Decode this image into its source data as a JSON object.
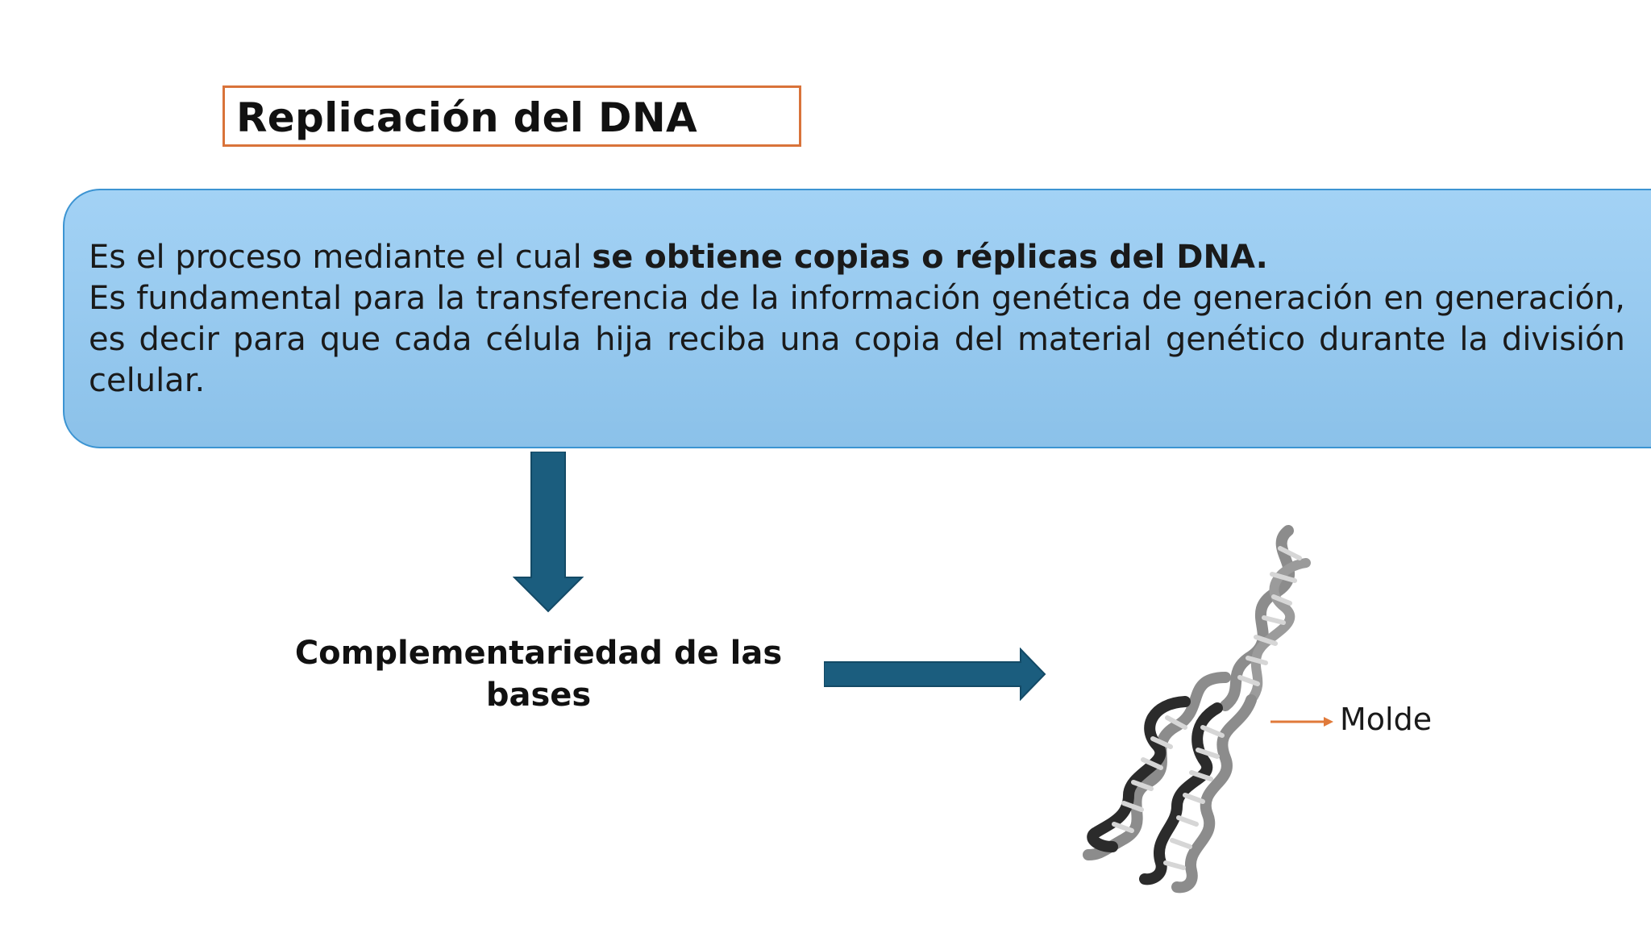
{
  "title": "Replicación del DNA",
  "definition": {
    "line1_normal": "Es el proceso mediante el cual ",
    "line1_bold": "se obtiene copias o réplicas del DNA.",
    "line2": "Es fundamental para la transferencia de la información genética de generación en generación, es decir para que cada célula hija reciba una copia del material genético durante la división celular."
  },
  "complementarity": "Complementariedad de las bases",
  "molde_label": "Molde",
  "colors": {
    "title_border": "#d9733a",
    "box_fill": "#95c9ef",
    "box_border": "#3c94d2",
    "arrow": "#1b5d7e",
    "pointer": "#e07a3a",
    "dna_backbone": "#8c8c8c",
    "dna_dark": "#2b2b2b"
  },
  "icons": {
    "down_arrow": "down-arrow-icon",
    "right_arrow": "right-arrow-icon",
    "dna": "dna-replication-illustration",
    "pointer": "pointer-arrow-icon"
  }
}
